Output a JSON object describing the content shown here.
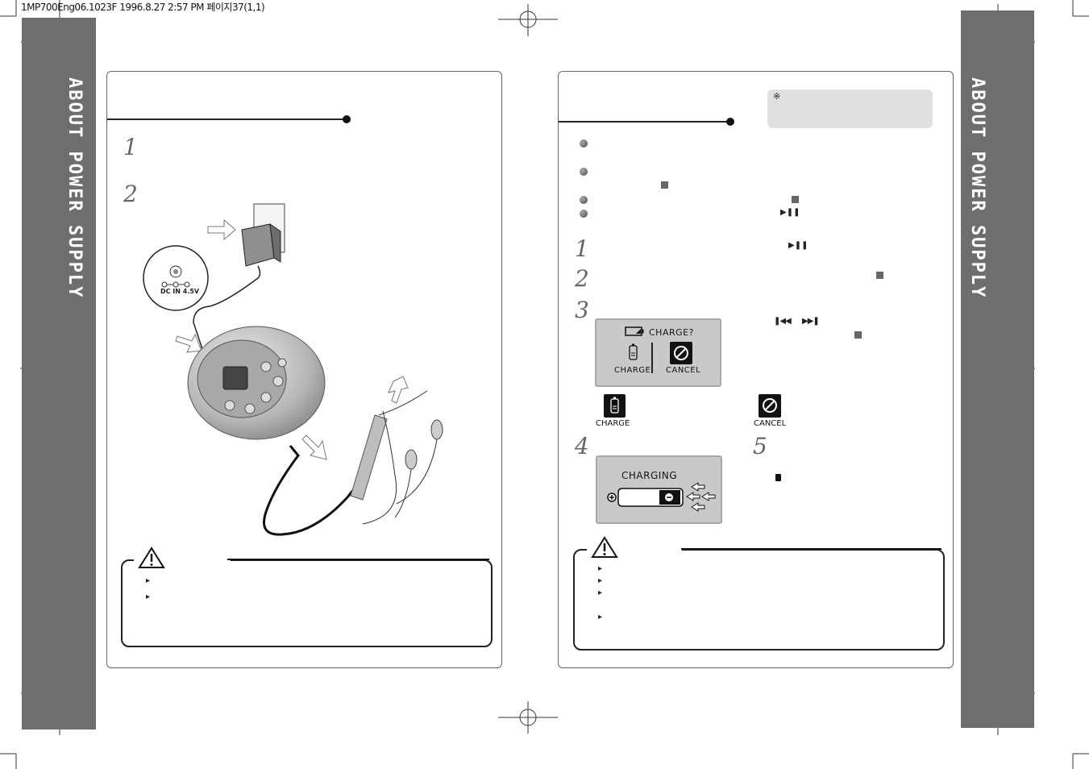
{
  "print_header": "1MP700Eng06.1023F  1996.8.27 2:57 PM  페이지37(1,1)",
  "side_titles": {
    "left": "ABOUT POWER SUPPLY",
    "right": "ABOUT POWER SUPPLY"
  },
  "left_panel": {
    "step_numbers": [
      "1",
      "2"
    ],
    "jack_label": "DC IN 4.5V",
    "caution_bullets": 2
  },
  "right_panel": {
    "note_symbol": "※",
    "bullets": 4,
    "step_numbers": [
      "1",
      "2",
      "3",
      "4",
      "5"
    ],
    "lcd_charge": {
      "title": "CHARGE?",
      "option_charge": "CHARGE",
      "option_cancel": "CANCEL"
    },
    "legend_charge": "CHARGE",
    "legend_cancel": "CANCEL",
    "lcd_charging": {
      "title": "CHARGING"
    },
    "caution_bullets": 4
  },
  "colors": {
    "side_band": "#6e6e6e",
    "panel_border": "#666666",
    "lcd_bg": "#c9c9c9",
    "note_bg": "#e0e0e0"
  }
}
